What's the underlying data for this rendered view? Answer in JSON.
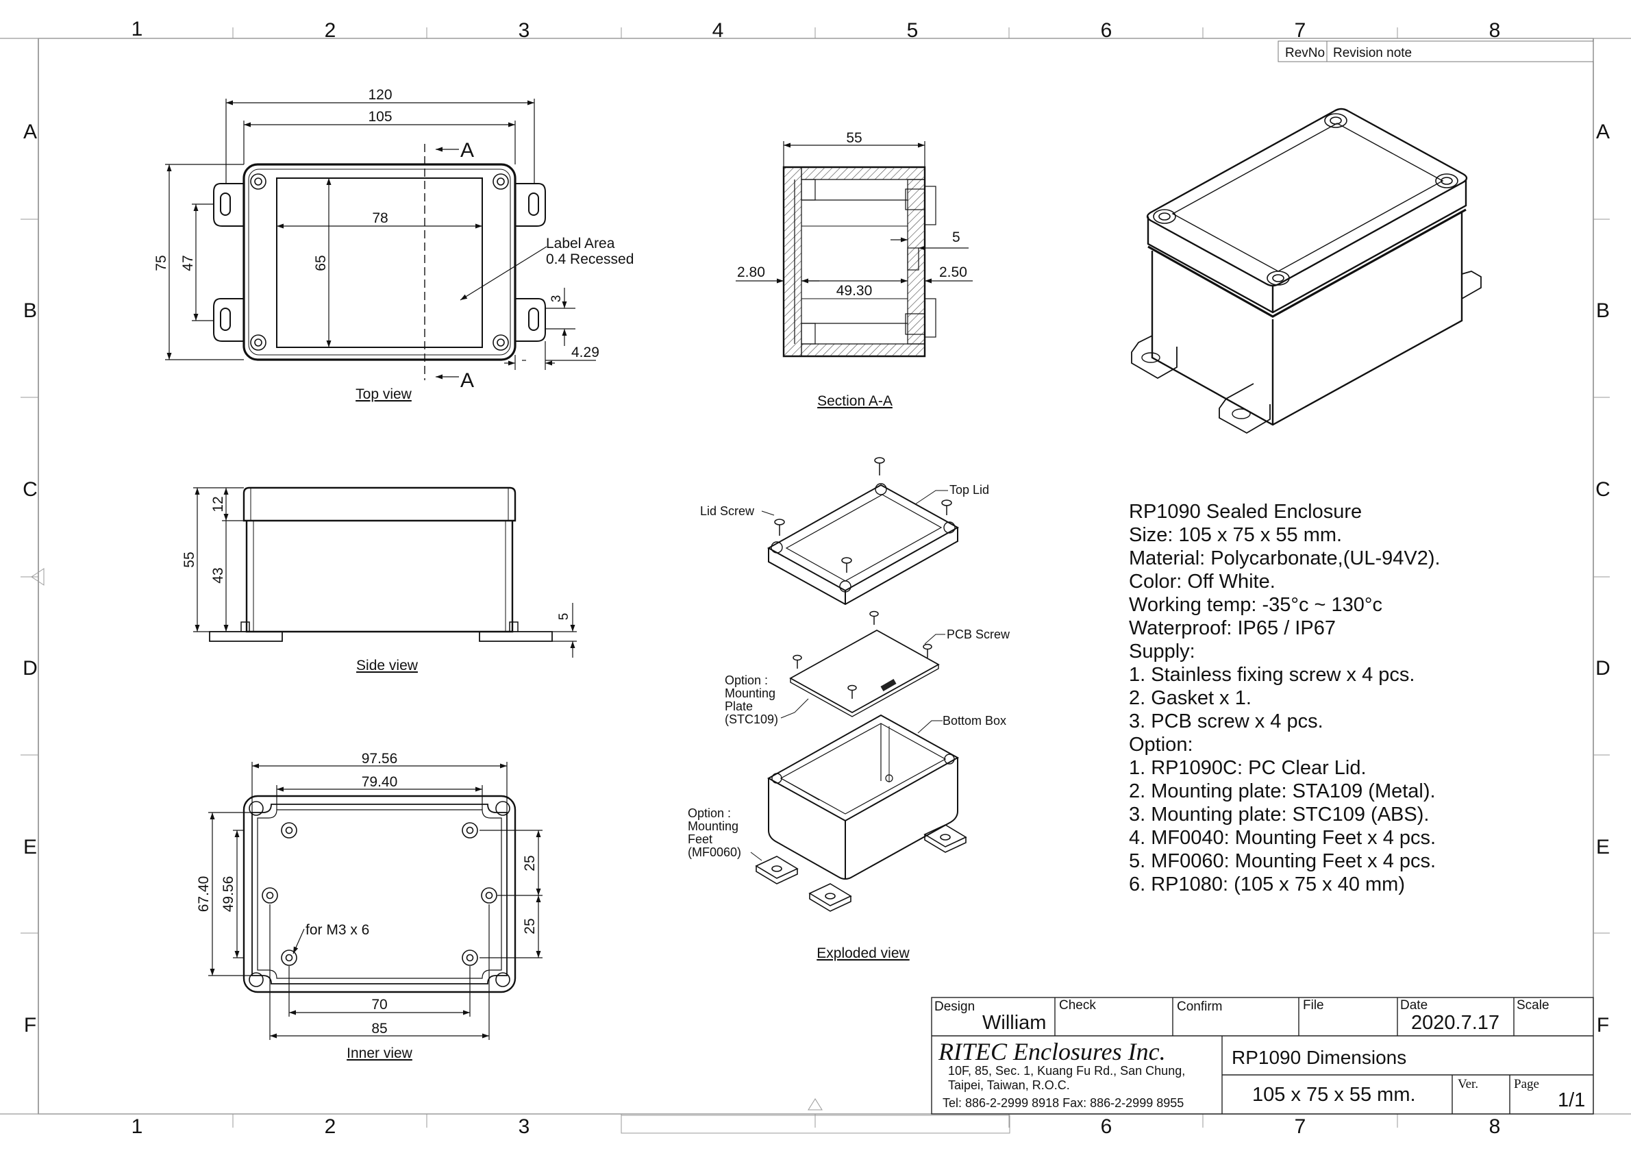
{
  "border": {
    "columns": [
      "1",
      "2",
      "3",
      "4",
      "5",
      "6",
      "7",
      "8"
    ],
    "rows": [
      "A",
      "B",
      "C",
      "D",
      "E",
      "F"
    ]
  },
  "revision": {
    "rev_no_label": "RevNo",
    "note_label": "Revision note"
  },
  "views": {
    "top": {
      "caption": "Top view",
      "dims": {
        "overall_length": "120",
        "length": "105",
        "width": "75",
        "flange_spacing": "47",
        "label_width": "78",
        "label_height": "65",
        "slot": "3",
        "flange_offset": "4.29"
      },
      "section_marker": "A",
      "label_note": [
        "Label Area",
        "0.4 Recessed"
      ]
    },
    "section": {
      "caption": "Section A-A",
      "dims": {
        "height": "55",
        "wall_left": "2.80",
        "wall_right": "2.50",
        "inner": "49.30",
        "gasket": "5"
      }
    },
    "side": {
      "caption": "Side view",
      "dims": {
        "lid": "12",
        "total": "55",
        "base": "43",
        "feet": "5"
      }
    },
    "inner": {
      "caption": "Inner view",
      "dims": {
        "outer_width": "97.56",
        "inner_width": "79.40",
        "outer_height": "67.40",
        "inner_height": "49.56",
        "pitch_top": "25",
        "pitch_bottom": "25",
        "hole_span_x": "70",
        "boss_span_x": "85"
      },
      "hole_note": "for M3 x 6"
    },
    "exploded": {
      "caption": "Exploded view",
      "labels": {
        "lid_screw": "Lid Screw",
        "top_lid": "Top Lid",
        "pcb_screw": "PCB Screw",
        "mounting_plate": [
          "Option :",
          "Mounting",
          "Plate",
          "(STC109)"
        ],
        "bottom_box": "Bottom Box",
        "mounting_feet": [
          "Option :",
          "Mounting",
          "Feet",
          "(MF0060)"
        ]
      }
    }
  },
  "specs": [
    "RP1090 Sealed Enclosure",
    "Size: 105 x 75 x 55 mm.",
    "Material: Polycarbonate,(UL-94V2).",
    "Color: Off White.",
    "Working temp: -35°c ~ 130°c",
    "Waterproof: IP65 / IP67",
    "Supply:",
    "1. Stainless fixing screw x 4 pcs.",
    "2. Gasket x 1.",
    "3. PCB screw x 4 pcs.",
    "Option:",
    "1. RP1090C: PC Clear Lid.",
    "2. Mounting plate: STA109 (Metal).",
    "3. Mounting plate: STC109 (ABS).",
    "4. MF0040: Mounting Feet x 4 pcs.",
    "5. MF0060: Mounting Feet x 4 pcs.",
    "6. RP1080: (105 x 75 x 40 mm)"
  ],
  "title_block": {
    "design_label": "Design",
    "design_value": "William",
    "check_label": "Check",
    "confirm_label": "Confirm",
    "file_label": "File",
    "date_label": "Date",
    "date_value": "2020.7.17",
    "scale_label": "Scale",
    "company": "RITEC Enclosures Inc.",
    "address_1": "10F, 85, Sec. 1, Kuang Fu Rd., San Chung,",
    "address_2": "Taipei, Taiwan, R.O.C.",
    "contact": "Tel: 886-2-2999 8918   Fax: 886-2-2999 8955",
    "drawing_title": "RP1090 Dimensions",
    "drawing_size": "105 x 75 x 55 mm.",
    "ver_label": "Ver.",
    "page_label": "Page",
    "page_value": "1/1"
  }
}
